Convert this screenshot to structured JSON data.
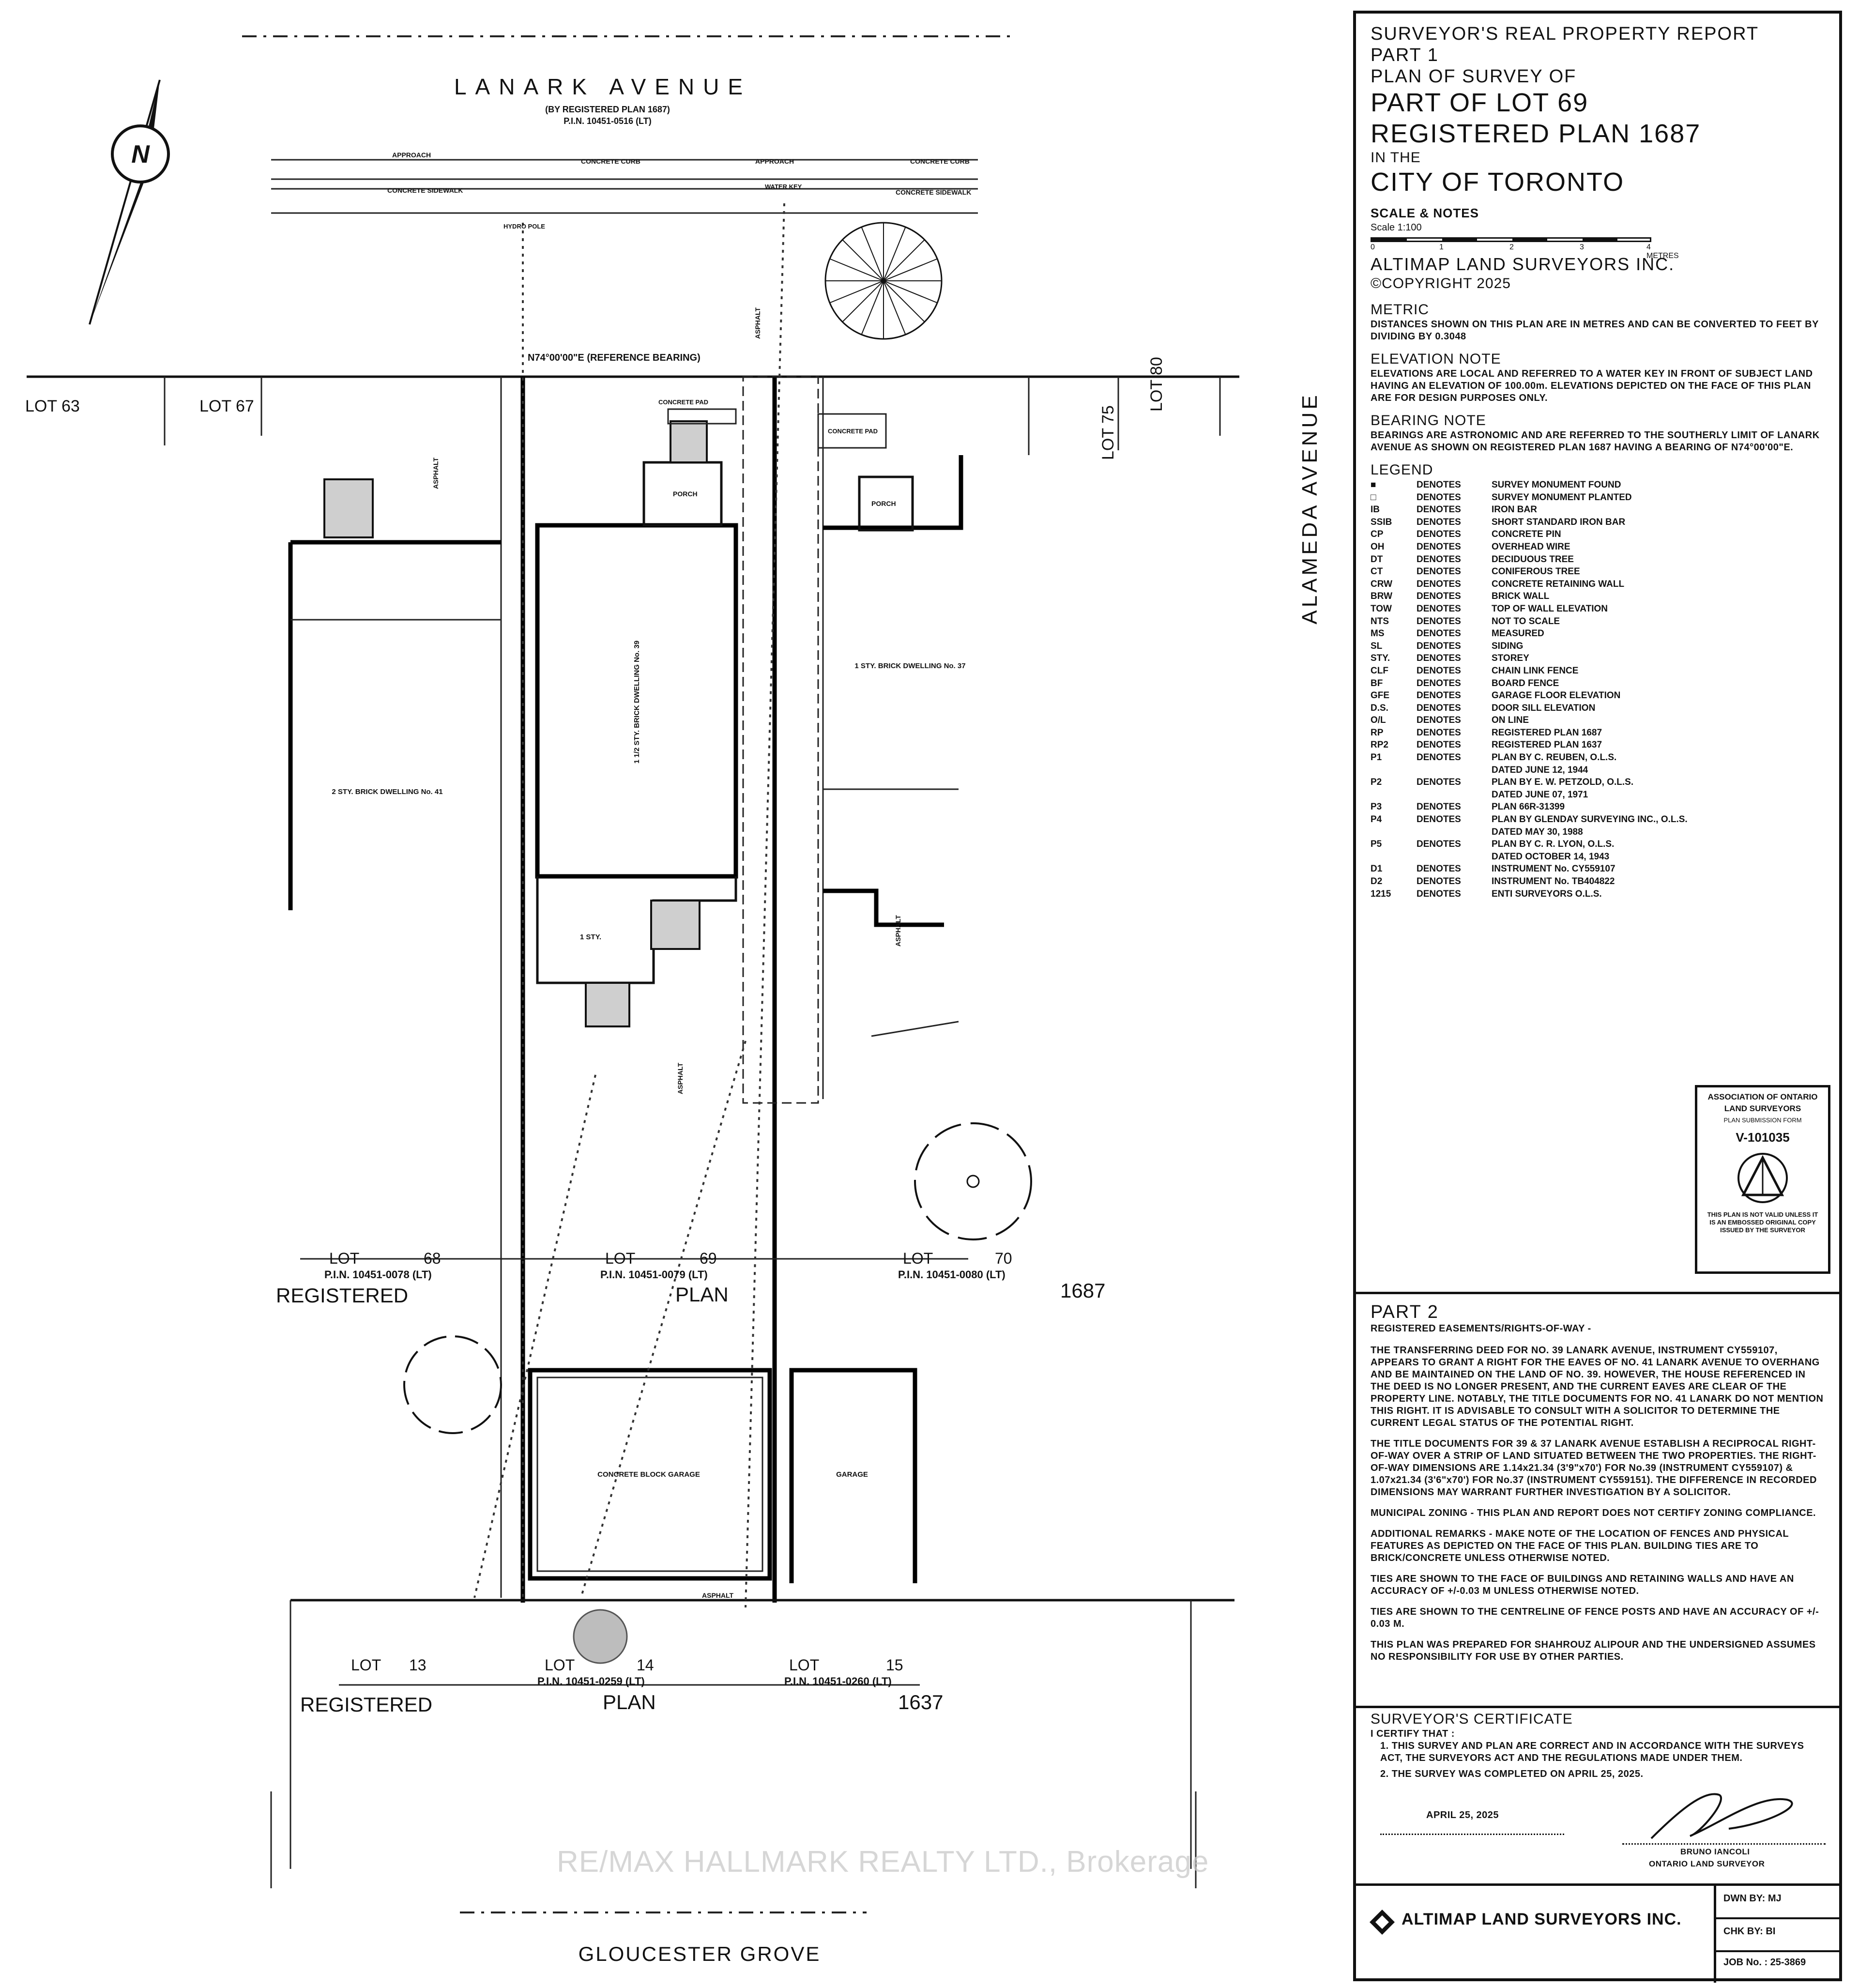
{
  "streets": {
    "north": "LANARK AVENUE",
    "north_sub1": "(BY REGISTERED PLAN 1687)",
    "north_sub2": "P.I.N. 10451-0516 (LT)",
    "east": "ALAMEDA AVENUE",
    "south": "GLOUCESTER GROVE"
  },
  "compass_letter": "N",
  "north_labels": {
    "approach1": "APPROACH",
    "concrete_curb1": "CONCRETE CURB",
    "approach2": "APPROACH",
    "concrete_curb2": "CONCRETE CURB",
    "concrete_sidewalk1": "CONCRETE SIDEWALK",
    "concrete_sidewalk2": "CONCRETE SIDEWALK",
    "hydro_pole": "HYDRO POLE",
    "water_key": "WATER KEY",
    "reference_bearing": "N74°00'00\"E (REFERENCE BEARING)",
    "asphalt1": "ASPHALT",
    "asphalt2": "ASPHALT",
    "asphalt3": "ASPHALT",
    "asphalt4": "ASPHALT",
    "asphalt5": "ASPHALT",
    "porch1": "PORCH",
    "porch2": "PORCH",
    "concrete_pad1": "CONCRETE PAD",
    "concrete_pad2": "CONCRETE PAD"
  },
  "lots": {
    "lot63": "LOT 63",
    "lot67": "LOT 67",
    "lot75": "LOT 75",
    "lot80": "LOT 80",
    "lot68": "LOT",
    "lot68n": "68",
    "pin68": "P.I.N. 10451-0078 (LT)",
    "lot69": "LOT",
    "lot69n": "69",
    "pin69": "P.I.N. 10451-0079 (LT)",
    "lot70": "LOT",
    "lot70n": "70",
    "pin70": "P.I.N. 10451-0080 (LT)",
    "registered1": "REGISTERED",
    "plan1": "PLAN",
    "plan1no": "1687",
    "lot13": "LOT",
    "lot13n": "13",
    "lot14": "LOT",
    "lot14n": "14",
    "pin14": "P.I.N. 10451-0259 (LT)",
    "lot15": "LOT",
    "lot15n": "15",
    "pin15": "P.I.N. 10451-0260 (LT)",
    "registered2": "REGISTERED",
    "plan2": "PLAN",
    "plan2no": "1637"
  },
  "buildings": {
    "main": "1 1/2 STY. BRICK DWELLING No. 39",
    "west": "2 STY. BRICK DWELLING No. 41",
    "east": "1 STY. BRICK DWELLING No. 37",
    "garage": "GARAGE",
    "garage2": "CONCRETE BLOCK GARAGE",
    "shed": "1 STY."
  },
  "panel": {
    "report": "SURVEYOR'S REAL PROPERTY REPORT",
    "part1": "PART 1",
    "plan_of_survey": "PLAN OF SURVEY OF",
    "part_of_lot": "PART OF LOT 69",
    "registered_plan": "REGISTERED PLAN 1687",
    "in_the": "IN THE",
    "city": "CITY OF TORONTO",
    "scale_notes": "SCALE & NOTES",
    "scale": "Scale 1:100",
    "scale_ticks": [
      "0",
      "1",
      "2",
      "3",
      "4 METRES"
    ],
    "firm": "ALTIMAP LAND SURVEYORS INC.",
    "copyright": "©COPYRIGHT 2025",
    "metric_title": "METRIC",
    "metric_text": "DISTANCES SHOWN ON THIS PLAN ARE IN METRES AND CAN BE CONVERTED TO FEET BY DIVIDING BY 0.3048",
    "elevation_title": "ELEVATION NOTE",
    "elevation_text": "ELEVATIONS ARE LOCAL AND REFERRED TO A WATER KEY IN FRONT OF SUBJECT LAND HAVING AN ELEVATION OF 100.00m. ELEVATIONS DEPICTED ON THE FACE OF THIS PLAN ARE FOR DESIGN PURPOSES ONLY.",
    "bearing_title": "BEARING NOTE",
    "bearing_text": "BEARINGS ARE ASTRONOMIC AND ARE REFERRED TO THE SOUTHERLY LIMIT OF LANARK AVENUE AS SHOWN ON REGISTERED PLAN 1687 HAVING A BEARING OF N74°00'00\"E.",
    "legend_title": "LEGEND",
    "legend": [
      [
        "■",
        "DENOTES",
        "SURVEY MONUMENT FOUND"
      ],
      [
        "□",
        "DENOTES",
        "SURVEY MONUMENT PLANTED"
      ],
      [
        "IB",
        "DENOTES",
        "IRON BAR"
      ],
      [
        "SSIB",
        "DENOTES",
        "SHORT STANDARD IRON BAR"
      ],
      [
        "CP",
        "DENOTES",
        "CONCRETE PIN"
      ],
      [
        "OH",
        "DENOTES",
        "OVERHEAD WIRE"
      ],
      [
        "DT",
        "DENOTES",
        "DECIDUOUS TREE"
      ],
      [
        "CT",
        "DENOTES",
        "CONIFEROUS TREE"
      ],
      [
        "CRW",
        "DENOTES",
        "CONCRETE RETAINING WALL"
      ],
      [
        "BRW",
        "DENOTES",
        "BRICK WALL"
      ],
      [
        "TOW",
        "DENOTES",
        "TOP OF WALL ELEVATION"
      ],
      [
        "NTS",
        "DENOTES",
        "NOT TO SCALE"
      ],
      [
        "MS",
        "DENOTES",
        "MEASURED"
      ],
      [
        "SL",
        "DENOTES",
        "SIDING"
      ],
      [
        "STY.",
        "DENOTES",
        "STOREY"
      ],
      [
        "CLF",
        "DENOTES",
        "CHAIN LINK FENCE"
      ],
      [
        "BF",
        "DENOTES",
        "BOARD FENCE"
      ],
      [
        "GFE",
        "DENOTES",
        "GARAGE FLOOR ELEVATION"
      ],
      [
        "D.S.",
        "DENOTES",
        "DOOR SILL ELEVATION"
      ],
      [
        "O/L",
        "DENOTES",
        "ON LINE"
      ],
      [
        "RP",
        "DENOTES",
        "REGISTERED PLAN 1687"
      ],
      [
        "RP2",
        "DENOTES",
        "REGISTERED PLAN 1637"
      ],
      [
        "P1",
        "DENOTES",
        "PLAN BY C. REUBEN, O.L.S."
      ],
      [
        "",
        "",
        "DATED JUNE 12, 1944"
      ],
      [
        "P2",
        "DENOTES",
        "PLAN BY E. W. PETZOLD, O.L.S."
      ],
      [
        "",
        "",
        "DATED JUNE 07, 1971"
      ],
      [
        "P3",
        "DENOTES",
        "PLAN 66R-31399"
      ],
      [
        "P4",
        "DENOTES",
        "PLAN BY GLENDAY SURVEYING INC., O.L.S."
      ],
      [
        "",
        "",
        "DATED MAY 30, 1988"
      ],
      [
        "P5",
        "DENOTES",
        "PLAN BY C. R. LYON, O.L.S."
      ],
      [
        "",
        "",
        "DATED OCTOBER 14, 1943"
      ],
      [
        "D1",
        "DENOTES",
        "INSTRUMENT No. CY559107"
      ],
      [
        "D2",
        "DENOTES",
        "INSTRUMENT No. TB404822"
      ],
      [
        "1215",
        "DENOTES",
        "ENTI SURVEYORS O.L.S."
      ]
    ],
    "oals_line1": "ASSOCIATION OF ONTARIO",
    "oals_line2": "LAND SURVEYORS",
    "oals_line3": "PLAN SUBMISSION FORM",
    "oals_id": "V-101035",
    "oals_note": "THIS PLAN IS NOT VALID UNLESS IT IS AN EMBOSSED ORIGINAL COPY ISSUED BY THE SURVEYOR",
    "part2_title": "PART 2",
    "part2_sub": "REGISTERED EASEMENTS/RIGHTS-OF-WAY -",
    "part2_p1": "THE TRANSFERRING DEED FOR NO. 39 LANARK AVENUE, INSTRUMENT CY559107, APPEARS TO GRANT A RIGHT FOR THE EAVES OF NO. 41 LANARK AVENUE TO OVERHANG AND BE MAINTAINED ON THE LAND OF NO. 39. HOWEVER, THE HOUSE REFERENCED IN THE DEED IS NO LONGER PRESENT, AND THE CURRENT EAVES ARE CLEAR OF THE PROPERTY LINE. NOTABLY, THE TITLE DOCUMENTS FOR NO. 41 LANARK DO NOT MENTION THIS RIGHT. IT IS ADVISABLE TO CONSULT WITH A SOLICITOR TO DETERMINE THE CURRENT LEGAL STATUS OF THE POTENTIAL RIGHT.",
    "part2_p2": "THE TITLE DOCUMENTS FOR 39 & 37 LANARK AVENUE ESTABLISH A RECIPROCAL RIGHT-OF-WAY OVER A STRIP OF LAND SITUATED BETWEEN THE TWO PROPERTIES. THE RIGHT-OF-WAY DIMENSIONS ARE 1.14x21.34 (3'9\"x70') FOR No.39 (INSTRUMENT CY559107) & 1.07x21.34 (3'6\"x70') FOR No.37 (INSTRUMENT CY559151). THE DIFFERENCE IN RECORDED DIMENSIONS MAY WARRANT FURTHER INVESTIGATION BY A SOLICITOR.",
    "part2_p3": "MUNICIPAL ZONING - THIS PLAN AND REPORT DOES NOT CERTIFY ZONING COMPLIANCE.",
    "part2_p4": "ADDITIONAL REMARKS - MAKE NOTE OF THE LOCATION OF FENCES AND PHYSICAL FEATURES AS DEPICTED ON THE FACE OF THIS PLAN. BUILDING TIES ARE TO BRICK/CONCRETE UNLESS OTHERWISE NOTED.",
    "part2_p5": "TIES ARE SHOWN TO THE FACE OF BUILDINGS AND RETAINING WALLS AND HAVE AN ACCURACY OF +/-0.03 M UNLESS OTHERWISE NOTED.",
    "part2_p6": "TIES ARE SHOWN TO THE CENTRELINE OF FENCE POSTS AND HAVE AN ACCURACY OF +/- 0.03 M.",
    "part2_p7": "THIS PLAN WAS PREPARED FOR SHAHROUZ ALIPOUR AND THE UNDERSIGNED ASSUMES NO RESPONSIBILITY FOR USE BY OTHER PARTIES.",
    "cert_title": "SURVEYOR'S CERTIFICATE",
    "cert_intro": "I CERTIFY THAT :",
    "cert_1": "1.  THIS SURVEY AND PLAN ARE CORRECT AND IN ACCORDANCE WITH THE SURVEYS ACT, THE SURVEYORS ACT AND THE REGULATIONS MADE UNDER THEM.",
    "cert_2": "2.  THE SURVEY WAS COMPLETED ON APRIL 25, 2025.",
    "cert_date": "APRIL 25, 2025",
    "surveyor_name": "BRUNO IANCOLI",
    "surveyor_title": "ONTARIO LAND SURVEYOR",
    "title_firm": "ALTIMAP LAND SURVEYORS INC.",
    "dwn": "DWN BY: MJ",
    "chk": "CHK BY: BI",
    "job": "JOB No. : 25-3869"
  },
  "watermark": "RE/MAX HALLMARK REALTY LTD., Brokerage"
}
